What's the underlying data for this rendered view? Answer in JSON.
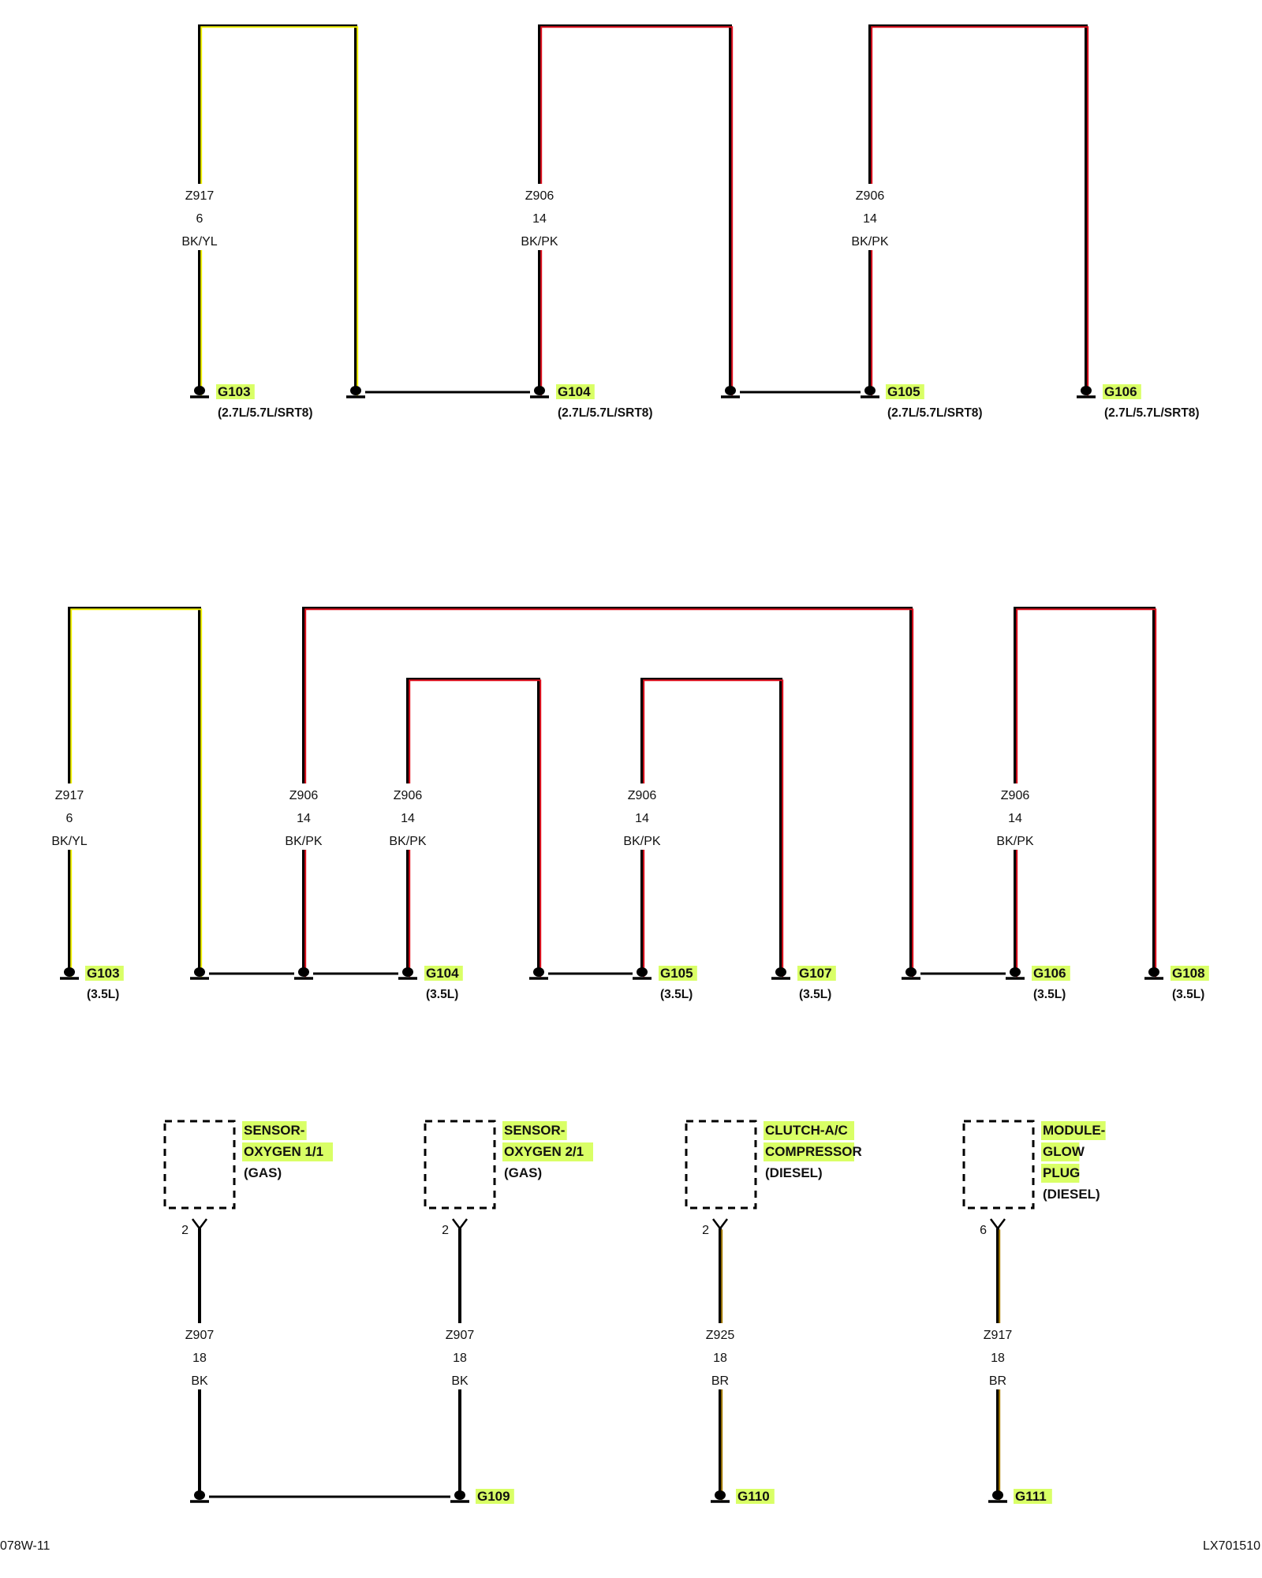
{
  "colors": {
    "yellow_wire": "#f2f200",
    "red_wire": "#e0101e",
    "black_wire": "#000000",
    "brown_wire": "#a87d00",
    "highlight": "#d9ff66"
  },
  "section_top": {
    "wire_labels": [
      {
        "circuit": "Z917",
        "gauge": "6",
        "color": "BK/YL"
      },
      {
        "circuit": "Z906",
        "gauge": "14",
        "color": "BK/PK"
      },
      {
        "circuit": "Z906",
        "gauge": "14",
        "color": "BK/PK"
      }
    ],
    "grounds": [
      {
        "id": "G103",
        "note": "(2.7L/5.7L/SRT8)"
      },
      {
        "id": "G104",
        "note": "(2.7L/5.7L/SRT8)"
      },
      {
        "id": "G105",
        "note": "(2.7L/5.7L/SRT8)"
      },
      {
        "id": "G106",
        "note": "(2.7L/5.7L/SRT8)"
      }
    ]
  },
  "section_middle": {
    "wire_labels": [
      {
        "circuit": "Z917",
        "gauge": "6",
        "color": "BK/YL"
      },
      {
        "circuit": "Z906",
        "gauge": "14",
        "color": "BK/PK"
      },
      {
        "circuit": "Z906",
        "gauge": "14",
        "color": "BK/PK"
      },
      {
        "circuit": "Z906",
        "gauge": "14",
        "color": "BK/PK"
      },
      {
        "circuit": "Z906",
        "gauge": "14",
        "color": "BK/PK"
      }
    ],
    "grounds": [
      {
        "id": "G103",
        "note": "(3.5L)"
      },
      {
        "id": "G104",
        "note": "(3.5L)"
      },
      {
        "id": "G105",
        "note": "(3.5L)"
      },
      {
        "id": "G107",
        "note": "(3.5L)"
      },
      {
        "id": "G106",
        "note": "(3.5L)"
      },
      {
        "id": "G108",
        "note": "(3.5L)"
      }
    ]
  },
  "section_bottom": {
    "components": [
      {
        "lines": [
          "SENSOR-",
          "OXYGEN 1/1"
        ],
        "note": "(GAS)",
        "pin": "2",
        "circuit": "Z907",
        "gauge": "18",
        "color": "BK"
      },
      {
        "lines": [
          "SENSOR-",
          "OXYGEN 2/1"
        ],
        "note": "(GAS)",
        "pin": "2",
        "circuit": "Z907",
        "gauge": "18",
        "color": "BK"
      },
      {
        "lines": [
          "CLUTCH-A/C",
          "COMPRESSOR"
        ],
        "note": "(DIESEL)",
        "pin": "2",
        "circuit": "Z925",
        "gauge": "18",
        "color": "BR"
      },
      {
        "lines": [
          "MODULE-",
          "GLOW",
          "PLUG"
        ],
        "note": "(DIESEL)",
        "pin": "6",
        "circuit": "Z917",
        "gauge": "18",
        "color": "BR"
      }
    ],
    "grounds": [
      {
        "id": "G109"
      },
      {
        "id": "G110"
      },
      {
        "id": "G111"
      }
    ]
  },
  "footer": {
    "left_code": "078W-11",
    "right_code": "LX701510"
  }
}
